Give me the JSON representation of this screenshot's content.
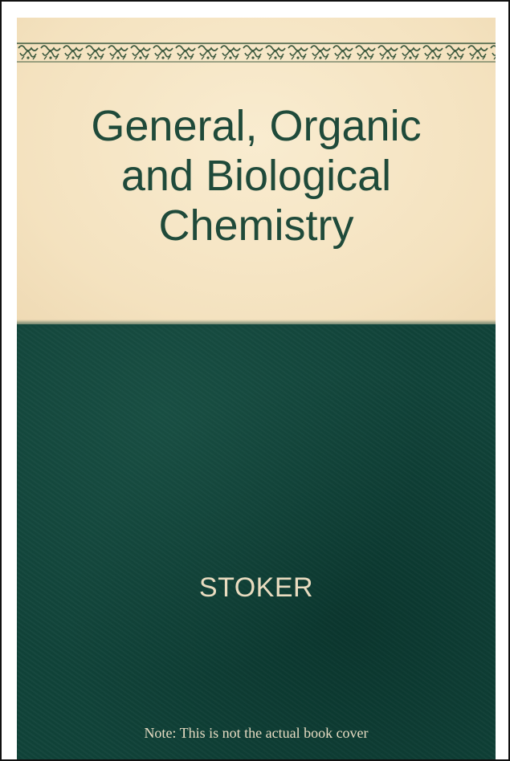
{
  "book": {
    "title_lines": [
      "General, Organic",
      "and Biological",
      "Chemistry"
    ],
    "author": "STOKER",
    "note": "Note: This is not the actual book cover"
  },
  "colors": {
    "cream_panel": "#f6e6c5",
    "green_panel": "#11443a",
    "title_text": "#1f4a3a",
    "author_text": "#e9dcc0",
    "ornament": "#3d5a3f"
  },
  "icons": {
    "ornament": "decorative-border-icon"
  }
}
